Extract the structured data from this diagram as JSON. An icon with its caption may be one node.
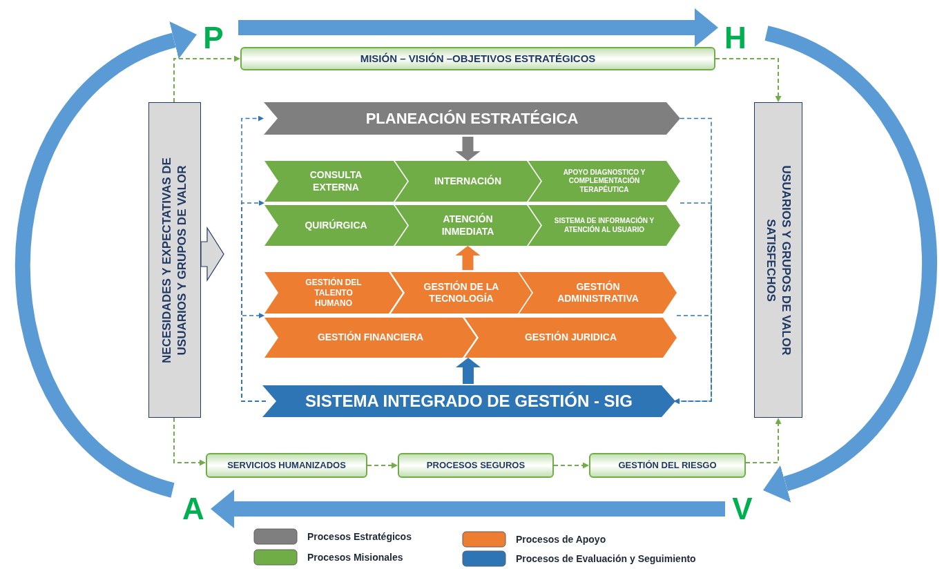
{
  "diagram": {
    "nodes": [
      {
        "text": [
          "P"
        ]
      },
      {
        "text": [
          "H"
        ]
      },
      {
        "text": [
          "V"
        ]
      },
      {
        "text": [
          "A"
        ]
      },
      {
        "text": [
          "MISIÓN – VISIÓN –OBJETIVOS ESTRATÉGICOS"
        ]
      },
      {
        "text": [
          "NECESIDADES Y EXPECTATIVAS DE USUARIOS Y GRUPOS DE VALOR"
        ]
      },
      {
        "text": [
          "USUARIOS Y GRUPOS DE VALOR SATISFECHOS"
        ]
      },
      {
        "text": [
          "PLANEACIÓN ESTRATÉGICA"
        ]
      },
      {
        "text": [
          "CONSULTA EXTERNA"
        ]
      },
      {
        "text": [
          "INTERNACIÓN"
        ]
      },
      {
        "text": [
          "APOYO DIAGNOSTICO Y COMPLEMENTACIÓN TERAPÉUTICA"
        ]
      },
      {
        "text": [
          "QUIRÚRGICA"
        ]
      },
      {
        "text": [
          "ATENCIÓN INMEDIATA"
        ]
      },
      {
        "text": [
          "SISTEMA DE INFORMACIÓN Y ATENCIÓN AL USUARIO"
        ]
      },
      {
        "text": [
          "GESTIÓN DEL TALENTO HUMANO"
        ]
      },
      {
        "text": [
          "GESTIÓN DE LA TECNOLOGÍA"
        ]
      },
      {
        "text": [
          "GESTIÓN ADMINISTRATIVA"
        ]
      },
      {
        "text": [
          "GESTIÓN FINANCIERA"
        ]
      },
      {
        "text": [
          "GESTIÓN JURIDICA"
        ]
      },
      {
        "text": [
          "SISTEMA INTEGRADO DE GESTIÓN - SIG"
        ]
      },
      {
        "text": [
          "SERVICIOS HUMANIZADOS"
        ]
      },
      {
        "text": [
          "PROCESOS SEGUROS"
        ]
      },
      {
        "text": [
          "GESTIÓN DEL RIESGO"
        ]
      }
    ],
    "edges": [
      {
        "from": 0,
        "to": 1,
        "arrow": "to",
        "style": "thick",
        "color": "#5b9bd5"
      },
      {
        "from": 1,
        "to": 2,
        "arrow": "to",
        "style": "thick",
        "color": "#5b9bd5"
      },
      {
        "from": 2,
        "to": 3,
        "arrow": "to",
        "style": "thick",
        "color": "#5b9bd5"
      },
      {
        "from": 3,
        "to": 0,
        "arrow": "to",
        "style": "thick",
        "color": "#5b9bd5"
      },
      {
        "from": 5,
        "to": 4,
        "arrow": "to",
        "style": "dashed",
        "color": "#70ad47"
      },
      {
        "from": 4,
        "to": 6,
        "arrow": "to",
        "style": "dashed",
        "color": "#70ad47"
      },
      {
        "from": 5,
        "to": 20,
        "arrow": "to",
        "style": "dashed",
        "color": "#70ad47"
      },
      {
        "from": 20,
        "to": 21,
        "arrow": "to",
        "style": "dashed",
        "color": "#70ad47"
      },
      {
        "from": 21,
        "to": 22,
        "arrow": "to",
        "style": "dashed",
        "color": "#70ad47"
      },
      {
        "from": 22,
        "to": 6,
        "arrow": "to",
        "style": "dashed",
        "color": "#70ad47"
      },
      {
        "from": 7,
        "to": 9,
        "arrow": "to",
        "style": "thick",
        "color": "#7f7f7f"
      },
      {
        "from": 15,
        "to": 12,
        "arrow": "to",
        "style": "thick",
        "color": "#ed7d31"
      },
      {
        "from": 19,
        "to": 17,
        "arrow": "to",
        "style": "thick",
        "color": "#2e75b6"
      },
      {
        "from": 19,
        "to": 7,
        "arrow": "to",
        "style": "dashed",
        "color": "#2e75b6"
      },
      {
        "from": 19,
        "to": 8,
        "arrow": "to",
        "style": "dashed",
        "color": "#2e75b6"
      },
      {
        "from": 19,
        "to": 14,
        "arrow": "to",
        "style": "dashed",
        "color": "#2e75b6"
      },
      {
        "from": 7,
        "to": 19,
        "arrow": "to",
        "style": "dashed",
        "color": "#2e75b6"
      },
      {
        "from": 10,
        "to": 19,
        "arrow": "to",
        "style": "dashed",
        "color": "#2e75b6"
      },
      {
        "from": 16,
        "to": 19,
        "arrow": "to",
        "style": "dashed",
        "color": "#2e75b6"
      }
    ],
    "legend": [
      {
        "text": "Procesos Estratégicos",
        "color": "#7f7f7f"
      },
      {
        "text": "Procesos Misionales",
        "color": "#70ad47"
      },
      {
        "text": "Procesos de Apoyo",
        "color": "#ed7d31"
      },
      {
        "text": "Procesos de Evaluación y Seguimiento",
        "color": "#2e75b6"
      }
    ]
  }
}
